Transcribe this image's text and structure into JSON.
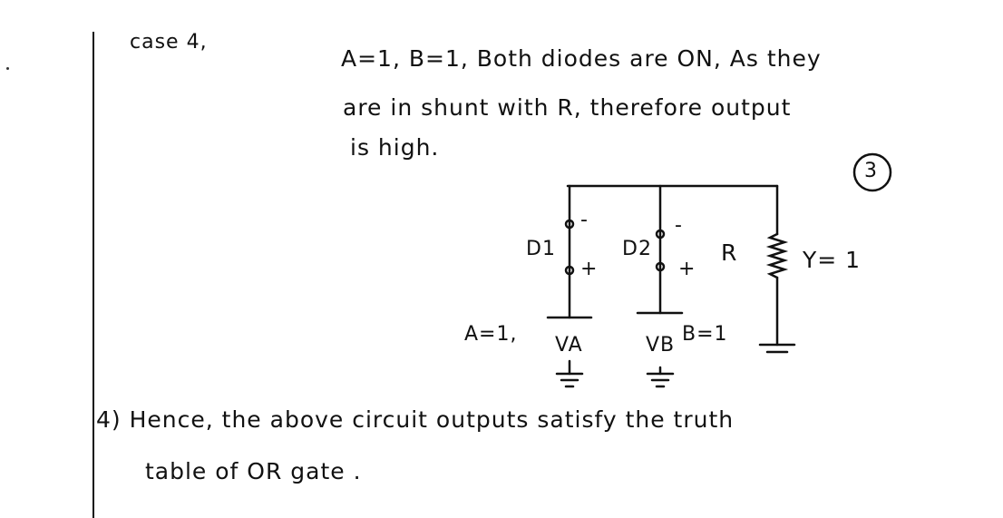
{
  "case_label": "case 4,",
  "paragraph": {
    "line1": "A=1, B=1,  Both diodes are ON, As they",
    "line2": "are in shunt with R, therefore output",
    "line3": "is high."
  },
  "mark": "3",
  "circuit": {
    "d1": "D1",
    "d2": "D2",
    "resistor": "R",
    "output": "Y= 1",
    "input_a": "A=1,",
    "input_b": "B=1",
    "va": "VA",
    "vb": "VB",
    "minus": "-",
    "plus": "+"
  },
  "conclusion": {
    "line1": "4) Hence, the above circuit outputs satisfy the truth",
    "line2": "table of OR gate ."
  }
}
